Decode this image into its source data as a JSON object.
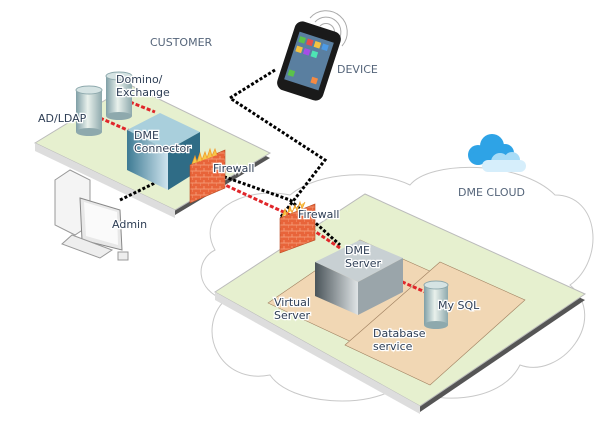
{
  "diagram": {
    "customer_label": "CUSTOMER",
    "device_label": "DEVICE",
    "cloud_label": "DME CLOUD",
    "customer": {
      "ad_ldap": "AD/LDAP",
      "domino_line1": "Domino/",
      "domino_line2": "Exchange",
      "connector_line1": "DME",
      "connector_line2": "Connector",
      "firewall": "Firewall",
      "admin": "Admin"
    },
    "cloud": {
      "firewall": "Firewall",
      "server_line1": "DME",
      "server_line2": "Server",
      "virtual_line1": "Virtual",
      "virtual_line2": "Server",
      "mysql": "My SQL",
      "db_line1": "Database",
      "db_line2": "service"
    }
  },
  "colors": {
    "platform_fill": "#e6f0cf",
    "platform_edge": "#4a4a4a",
    "zone_fill": "#f1d7b4",
    "firewall": "#e8643a",
    "data_line": "#e0262a",
    "cloud_blue": "#2ea3e6"
  }
}
